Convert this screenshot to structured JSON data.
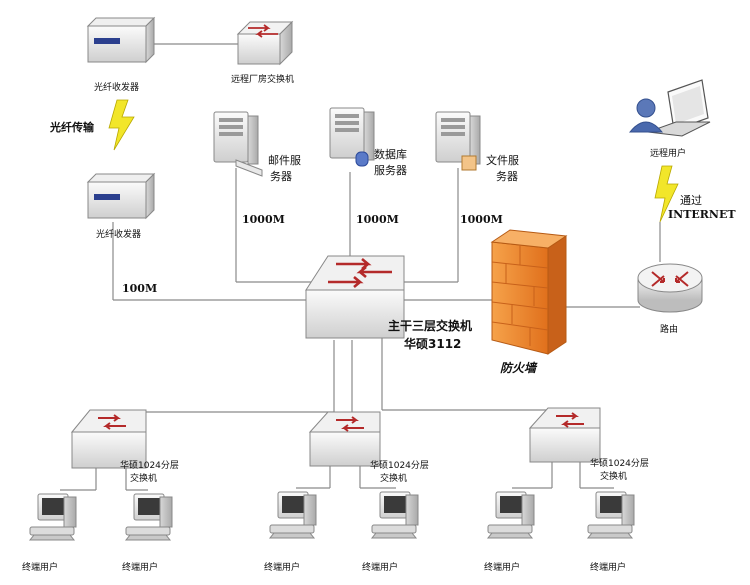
{
  "labels": {
    "fiber_top": "光纤收发器",
    "fiber_bottom": "光纤收发器",
    "remote_switch": "远程厂房交换机",
    "fiber_link": "光纤传输",
    "mail_server_1": "邮件服",
    "mail_server_2": "务器",
    "db_server_1": "数据库",
    "db_server_2": "服务器",
    "file_server_1": "文件服",
    "file_server_2": "务器",
    "remote_user": "远程用户",
    "via_1": "通过",
    "via_2": "INTERNET",
    "speed_1000_a": "1000M",
    "speed_1000_b": "1000M",
    "speed_1000_c": "1000M",
    "speed_100": "100M",
    "core_switch_1": "主干三层交换机",
    "core_switch_2": "华硕3112",
    "firewall": "防火墙",
    "router": "路由",
    "access_1_l1": "华硕1024分层",
    "access_1_l2": "交换机",
    "access_2_l1": "华硕1024分层",
    "access_2_l2": "交换机",
    "access_3_l1": "华硕1024分层",
    "access_3_l2": "交换机",
    "terminal": "终端用户"
  },
  "colors": {
    "switch_arrow": "#b42a2a",
    "firewall": "#f08a2c",
    "lightning": "#f2e62a",
    "wire": "#8a8a8a"
  }
}
